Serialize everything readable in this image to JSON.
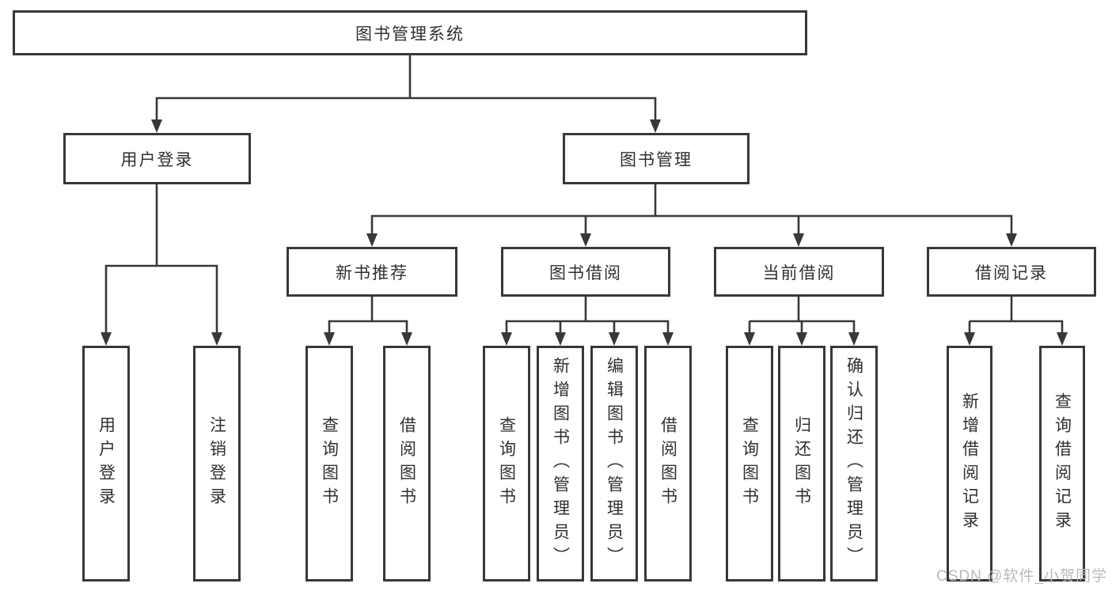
{
  "diagram_title": "图书管理系统",
  "tree": {
    "label": "图书管理系统",
    "children": [
      {
        "label": "用户登录",
        "children": [
          {
            "label": "用户登录"
          },
          {
            "label": "注销登录"
          }
        ]
      },
      {
        "label": "图书管理",
        "children": [
          {
            "label": "新书推荐",
            "children": [
              {
                "label": "查询图书"
              },
              {
                "label": "借阅图书"
              }
            ]
          },
          {
            "label": "图书借阅",
            "children": [
              {
                "label": "查询图书"
              },
              {
                "label": "新增图书（管理员）"
              },
              {
                "label": "编辑图书（管理员）"
              },
              {
                "label": "借阅图书"
              }
            ]
          },
          {
            "label": "当前借阅",
            "children": [
              {
                "label": "查询图书"
              },
              {
                "label": "归还图书"
              },
              {
                "label": "确认归还（管理员）"
              }
            ]
          },
          {
            "label": "借阅记录",
            "children": [
              {
                "label": "新增借阅记录"
              },
              {
                "label": "查询借阅记录"
              }
            ]
          }
        ]
      }
    ]
  },
  "watermark": {
    "text": "CSDN @软件_小贺同学"
  },
  "colors": {
    "line": "#383838",
    "box_border": "#383838",
    "text": "#303030",
    "watermark": "#b9b9b9",
    "background": "#ffffff"
  }
}
